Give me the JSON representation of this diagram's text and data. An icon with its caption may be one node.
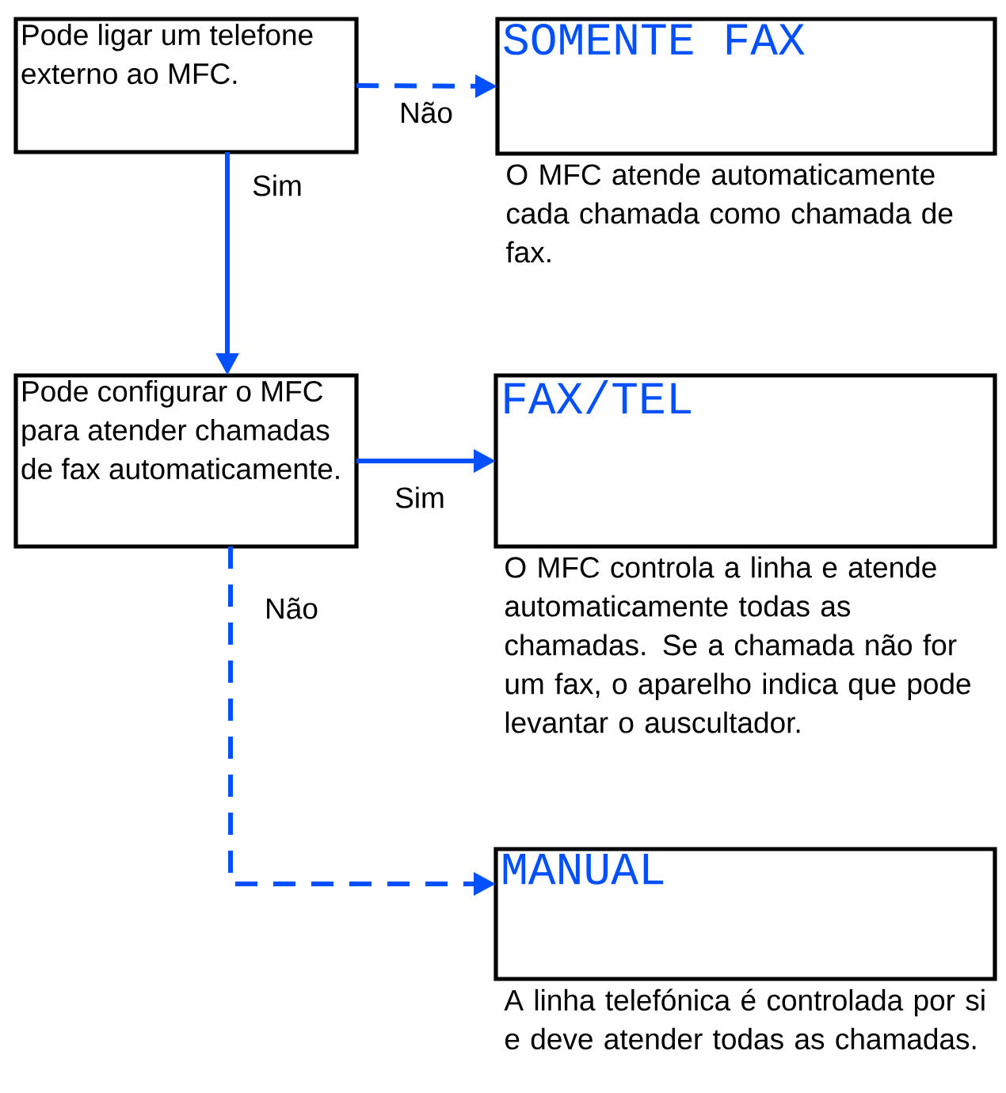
{
  "diagram": {
    "nodes": [
      {
        "text": [
          "Pode ligar um telefone externo ao MFC."
        ]
      },
      {
        "text": [
          "SOMENTE FAX"
        ],
        "beside": [
          "O MFC atende automaticamente cada chamada como chamada de fax."
        ]
      },
      {
        "text": [
          "Pode configurar o MFC para atender chamadas de fax automaticamente."
        ]
      },
      {
        "text": [
          "FAX/TEL"
        ],
        "beside": [
          "O MFC controla a linha e atende automaticamente todas as chamadas. Se a chamada não for um fax, o aparelho indica que pode levantar o auscultador."
        ]
      },
      {
        "text": [
          "MANUAL"
        ],
        "beside": [
          "A linha telefónica é controlada por si e deve atender todas as chamadas."
        ]
      }
    ],
    "edges": [
      {
        "from": 0,
        "to": 1,
        "arrow": "to",
        "label": "Não",
        "style": "dashed"
      },
      {
        "from": 0,
        "to": 2,
        "arrow": "to",
        "label": "Sim"
      },
      {
        "from": 2,
        "to": 3,
        "arrow": "to",
        "label": "Sim"
      },
      {
        "from": 2,
        "to": 4,
        "arrow": "to",
        "label": "Não",
        "style": "dashed"
      }
    ]
  }
}
